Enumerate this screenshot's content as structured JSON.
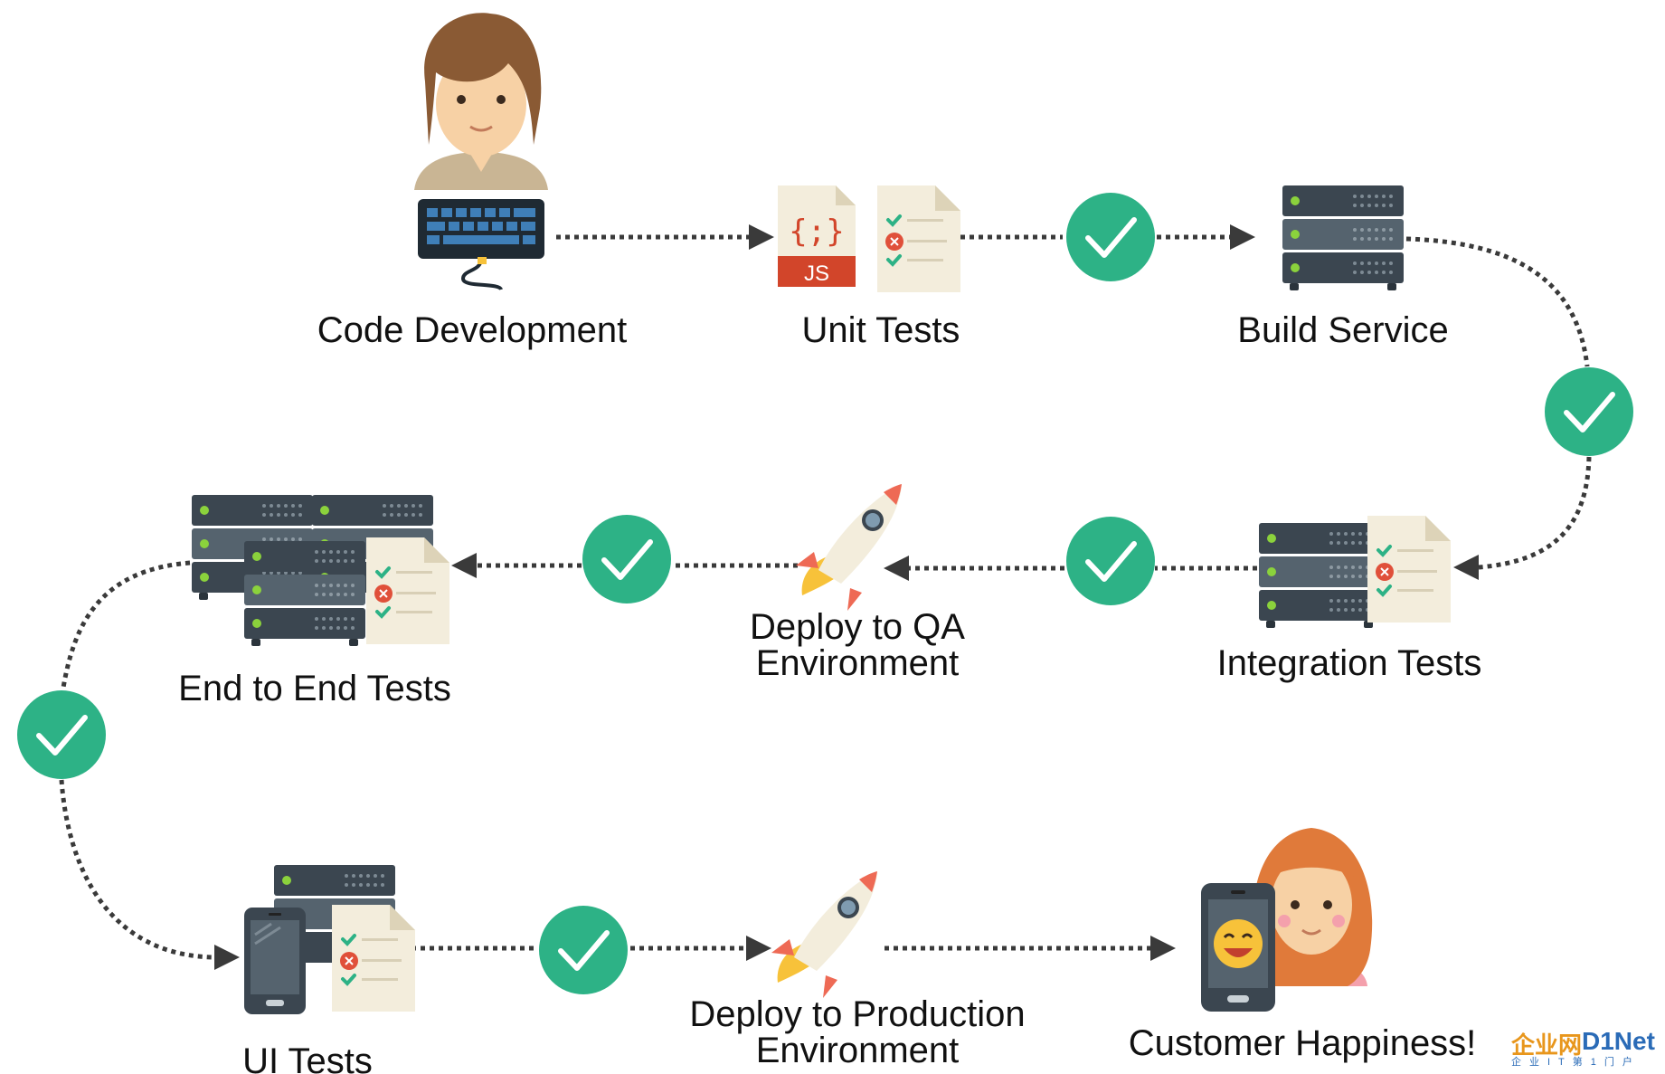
{
  "labels": {
    "code_development": "Code Development",
    "unit_tests": "Unit Tests",
    "build_service": "Build Service",
    "integration_tests": "Integration Tests",
    "deploy_qa_line1": "Deploy to QA",
    "deploy_qa_line2": "Environment",
    "end_to_end_tests": "End to End Tests",
    "ui_tests": "UI Tests",
    "deploy_prod_line1": "Deploy to Production",
    "deploy_prod_line2": "Environment",
    "customer_happiness": "Customer Happiness!"
  },
  "icons": {
    "developer": "developer-avatar-icon",
    "keyboard": "keyboard-icon",
    "js_file": "js-file-icon",
    "test_report": "test-report-icon",
    "server": "server-rack-icon",
    "rocket": "rocket-icon",
    "phone": "smartphone-icon",
    "customer": "customer-avatar-icon",
    "check": "check-circle-icon"
  },
  "js_file_text": {
    "braces": "{;}",
    "ext": "JS"
  },
  "watermark": {
    "brand_cn": "企业网",
    "brand_en": "D1Net",
    "tagline": "企业IT第1门户"
  },
  "colors": {
    "check_green": "#2db286",
    "server_dark": "#3b4650",
    "server_light": "#55636e",
    "led_green": "#8bd23c",
    "paper": "#f3eddc",
    "rocket_red": "#ee6a55",
    "js_red": "#d2452a",
    "arrow": "#3a3a3a"
  }
}
